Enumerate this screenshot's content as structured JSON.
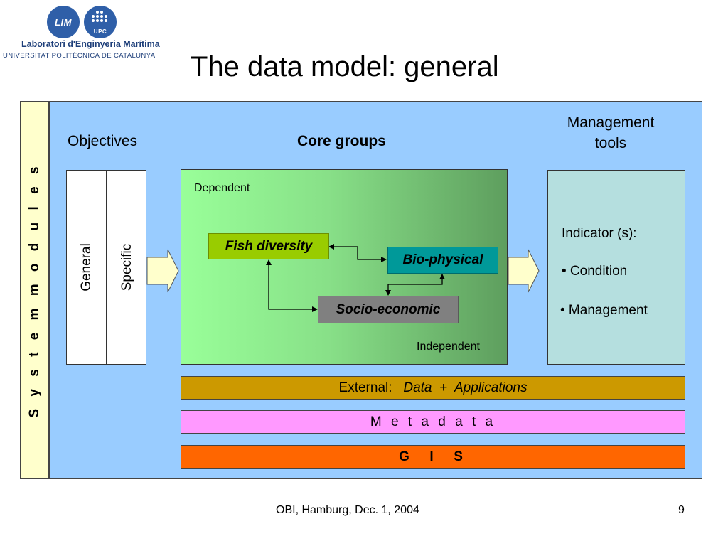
{
  "logos": {
    "lim_text": "LIM",
    "upc_text": "UPC",
    "lab_name": "Laboratori d'Enginyeria Marítima",
    "university": "UNIVERSITAT POLITÈCNICA DE CATALUNYA"
  },
  "title": "The data model: general",
  "system_modules_label": "S y s t e m  m o d u l e s",
  "objectives": {
    "heading": "Objectives",
    "columns": [
      "General",
      "Specific"
    ]
  },
  "core_groups": {
    "heading": "Core groups",
    "dependent_label": "Dependent",
    "independent_label": "Independent",
    "nodes": {
      "fish": "Fish diversity",
      "bio": "Bio-physical",
      "socio": "Socio-economic"
    },
    "colors": {
      "fish": "#99cc00",
      "bio": "#009999",
      "socio": "#808080"
    }
  },
  "management": {
    "heading_line1": "Management",
    "heading_line2": "tools",
    "indicator_title": "Indicator (s):",
    "items": [
      "• Condition",
      "• Management"
    ]
  },
  "bars": {
    "external_prefix": "External:",
    "external_value": "Data  +  Applications",
    "metadata": "M e t a d a t a",
    "gis": "G  I  S"
  },
  "footer": {
    "event": "OBI, Hamburg, Dec. 1, 2004",
    "page_number": "9"
  }
}
